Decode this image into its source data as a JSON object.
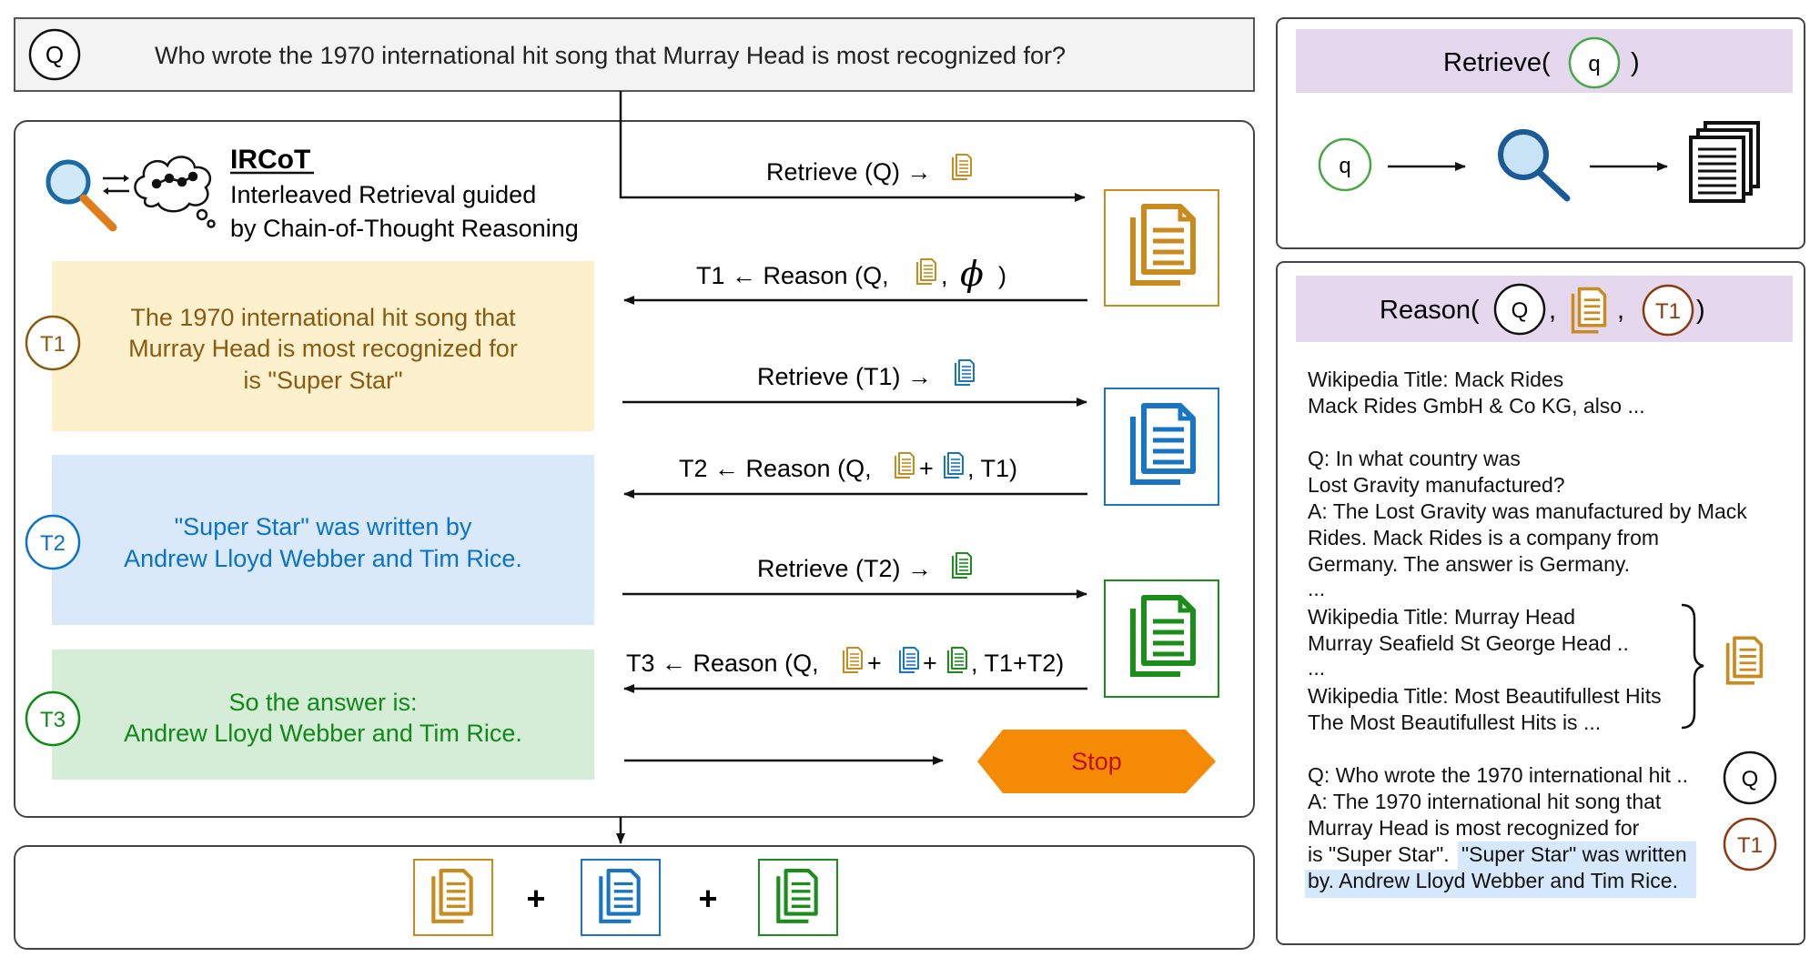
{
  "question": {
    "marker": "Q",
    "text": "Who wrote the 1970 international hit song that Murray Head is most recognized for?"
  },
  "ircot": {
    "title": "IRCoT",
    "subtitle_line1": "Interleaved Retrieval guided",
    "subtitle_line2": "by Chain-of-Thought Reasoning",
    "icons": [
      "search-icon",
      "double-arrow-icon",
      "thought-cloud-icon"
    ]
  },
  "thoughts": [
    {
      "marker": "T1",
      "lines": [
        "The 1970 international hit song that",
        "Murray Head is most recognized for",
        "is \"Super Star\""
      ],
      "color": "#8a5a10",
      "bg": "#fdf0cc"
    },
    {
      "marker": "T2",
      "lines": [
        "\"Super Star\" was written by",
        "Andrew Lloyd Webber and Tim Rice."
      ],
      "color": "#0a73c9",
      "bg": "#d9e9fa"
    },
    {
      "marker": "T3",
      "lines": [
        "So the answer is:",
        "Andrew Lloyd Webber and Tim Rice."
      ],
      "color": "#0f8a16",
      "bg": "#d5ecd7"
    }
  ],
  "steps": {
    "retrieve_q": {
      "pre": "Retrieve (Q) →"
    },
    "reason_t1": {
      "pre": "T1 ← Reason (Q,",
      "sep": ",",
      "phi": "ϕ",
      "post": ")"
    },
    "retrieve_t1": {
      "pre": "Retrieve (T1) →"
    },
    "reason_t2": {
      "pre": "T2 ← Reason (Q,",
      "plus": "+",
      "post": ", T1)"
    },
    "retrieve_t2": {
      "pre": "Retrieve (T2) →"
    },
    "reason_t3": {
      "pre": "T3 ← Reason (Q,",
      "plus1": "+",
      "plus2": "+",
      "post": ", T1+T2)"
    },
    "stop": {
      "label": "Stop",
      "color": "#f58a07",
      "text_color": "#c0100a"
    }
  },
  "result_row": {
    "plus1": "+",
    "plus2": "+"
  },
  "doc_colors": {
    "orange": "#c98a1e",
    "blue": "#1875c4",
    "green": "#1a8d1a",
    "black": "#111111"
  },
  "retrieve_panel": {
    "title_pre": "Retrieve(",
    "title_marker": "q",
    "title_post": ")",
    "flow_marker": "q",
    "header_bg": "#e4d7ee"
  },
  "reason_panel": {
    "title_pre": "Reason(",
    "title_q": "Q",
    "title_sep1": ",",
    "title_sep2": ",",
    "title_t1": "T1",
    "title_post": ")",
    "lines": [
      "Wikipedia Title: Mack Rides",
      "Mack Rides GmbH & Co KG, also ...",
      "Q: In what country was",
      "Lost Gravity manufactured?",
      "A: The Lost Gravity was manufactured by Mack",
      "Rides. Mack Rides is a company from",
      "Germany. The answer is Germany.",
      "...",
      "Wikipedia Title: Murray Head",
      "Murray Seafield St George Head ..",
      "...",
      "Wikipedia Title: Most Beautifullest Hits",
      "The Most Beautifullest Hits is ...",
      "Q: Who wrote the 1970 international hit ..",
      "A: The 1970 international hit song that",
      "Murray Head is most recognized for",
      "is \"Super Star\".",
      "\"Super Star\" was written",
      "by. Andrew Lloyd Webber and Tim Rice."
    ],
    "q_marker": "Q",
    "t1_marker": "T1",
    "highlight_bg": "#d6e8fb"
  }
}
